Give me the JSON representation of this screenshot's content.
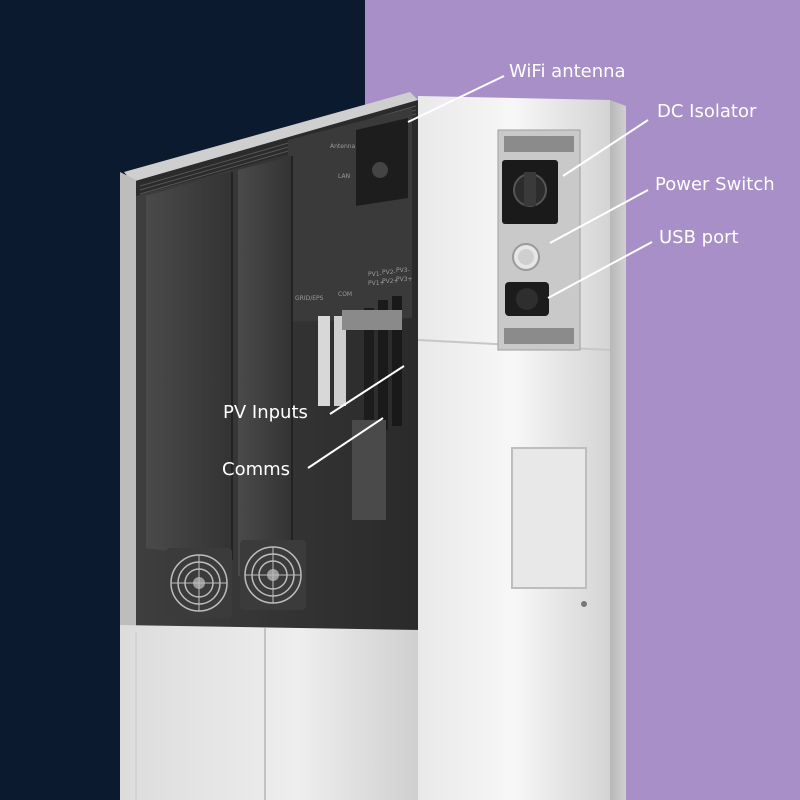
{
  "callouts": {
    "wifi_antenna": "WiFi antenna",
    "dc_isolator": "DC Isolator",
    "power_switch": "Power Switch",
    "usb_port": "USB port",
    "pv_inputs": "PV Inputs",
    "comms": "Comms"
  },
  "panel_labels": {
    "antenna": "Antenna",
    "lan": "LAN",
    "grid_eps": "GRID/EPS",
    "com": "COM",
    "pv1": "PV1-",
    "pv1b": "PV1+",
    "pv2": "PV2-",
    "pv2b": "PV2+",
    "pv3": "PV3-",
    "pv3b": "PV3+"
  },
  "colors": {
    "background_left": "#0b1a2e",
    "background_right": "#a98fc7",
    "label_text": "#ffffff"
  }
}
